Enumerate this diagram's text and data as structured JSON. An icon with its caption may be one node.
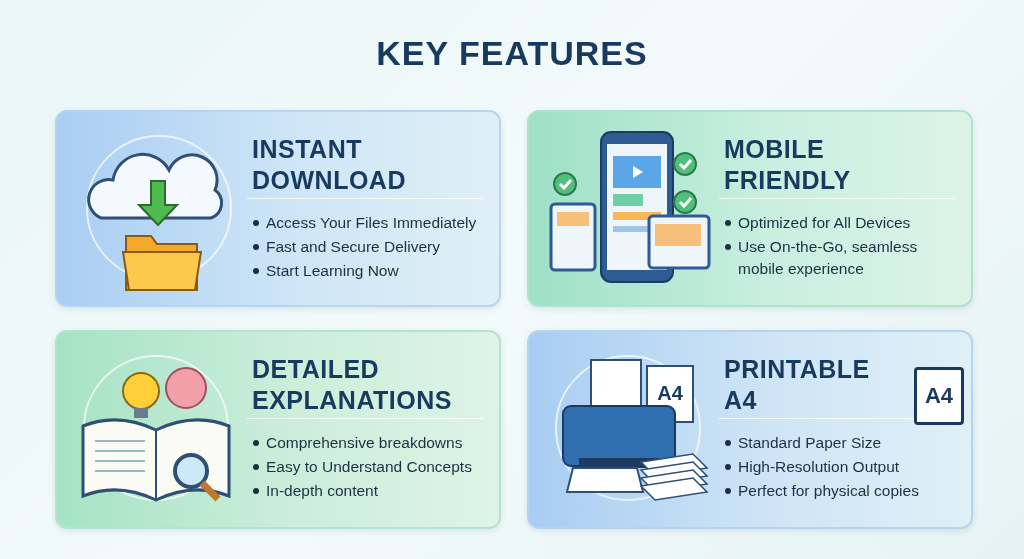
{
  "diagram": {
    "title": "KEY FEATURES",
    "nodes": [
      {
        "text": [
          "INSTANT DOWNLOAD",
          "Access Your Files Immediately",
          "Fast and Secure Delivery",
          "Start Learning Now"
        ]
      },
      {
        "text": [
          "MOBILE FRIENDLY",
          "Optimized for All Devices",
          "Use On-the-Go, seamless mobile experience"
        ]
      },
      {
        "text": [
          "DETAILED EXPLANATIONS",
          "Comprehensive breakdowns",
          "Easy to Understand Concepts",
          "In-depth content"
        ]
      },
      {
        "text": [
          "PRINTABLE A4",
          "Standard Paper Size",
          "High-Resolution Output",
          "Perfect for physical copies"
        ]
      }
    ],
    "labels": [
      "A4",
      "A4"
    ]
  }
}
